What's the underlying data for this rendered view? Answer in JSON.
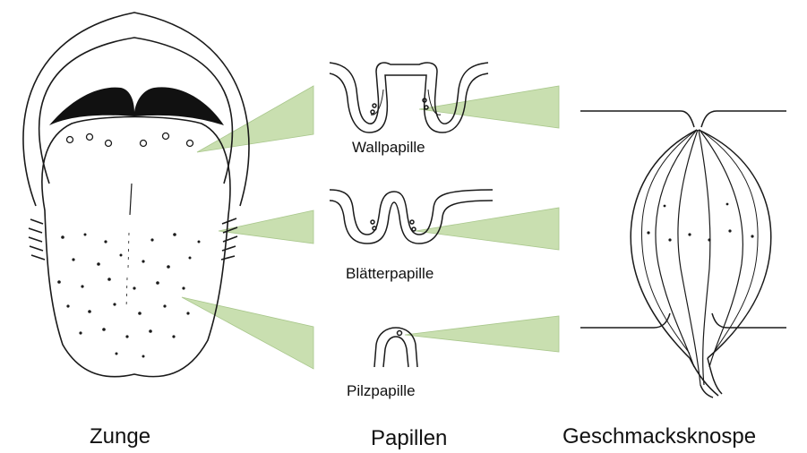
{
  "labels": {
    "tongue": "Zunge",
    "papillae": "Papillen",
    "taste_bud": "Geschmacksknospe",
    "circumvallate": "Wallpapille",
    "foliate": "Blätterpapille",
    "fungiform": "Pilzpapille"
  },
  "colors": {
    "pointer": "#c9dfb0",
    "line": "#1a1a1a",
    "dark_fill": "#111111"
  }
}
